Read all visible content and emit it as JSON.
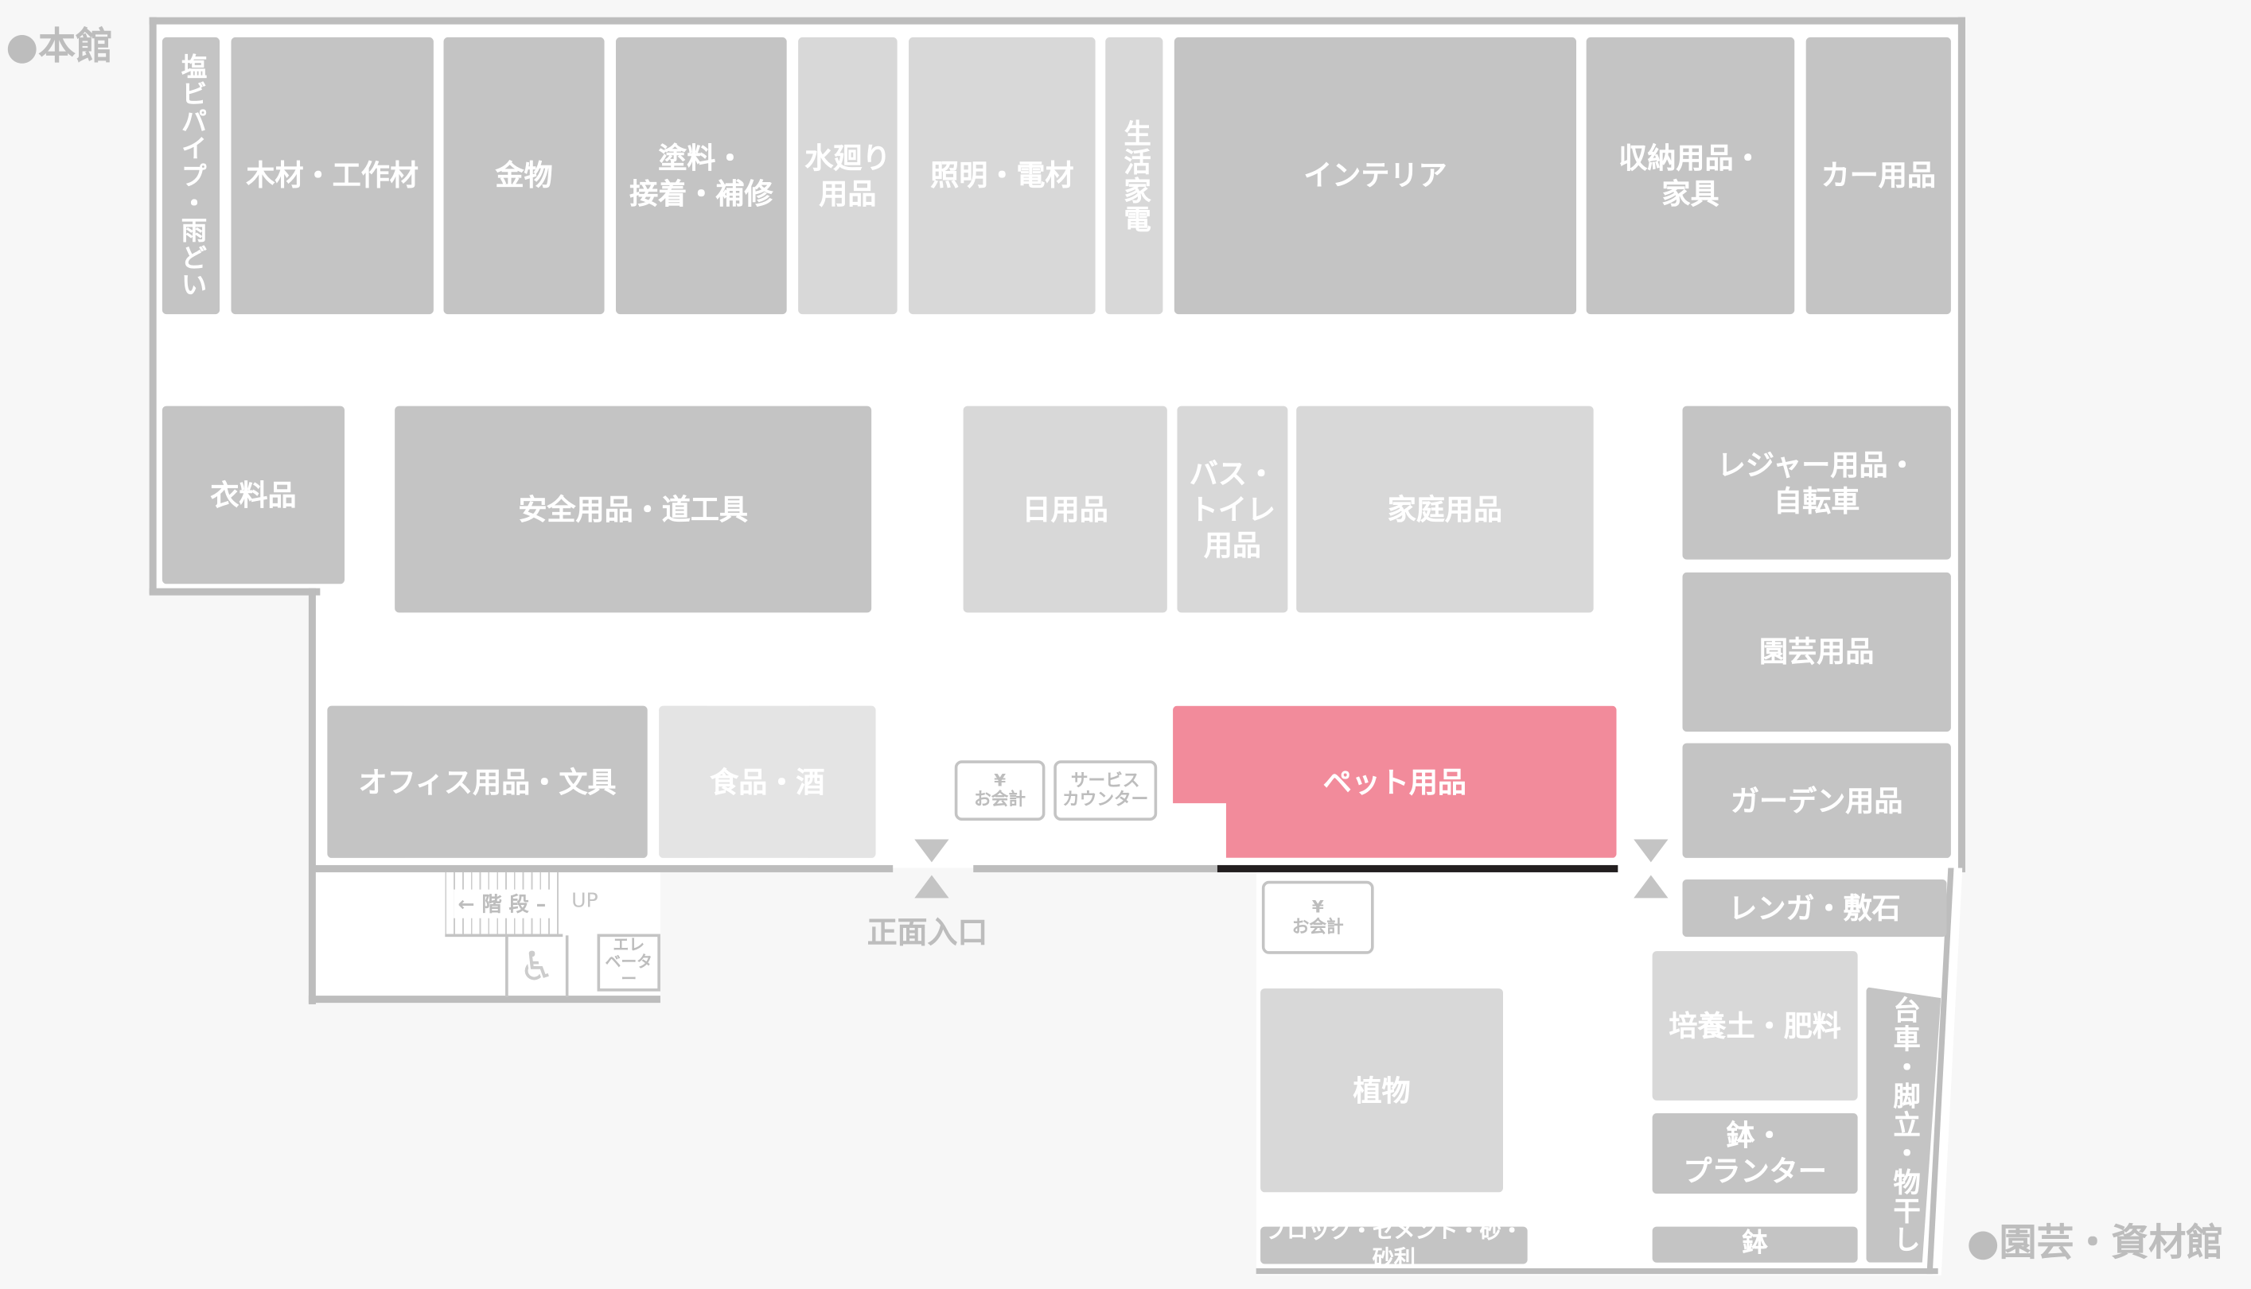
{
  "buildings": {
    "main": "●本館",
    "garden": "●園芸・資材館"
  },
  "entrance": "正面入口",
  "sections": {
    "pvc": "塩ビパイプ・雨どい",
    "lumber": "木材・工作材",
    "hardware": "金物",
    "paint": [
      "塗料・",
      "接着・補修"
    ],
    "water": [
      "水廻り",
      "用品"
    ],
    "lighting": "照明・電材",
    "appliances": "生活家電",
    "interior": "インテリア",
    "storage": [
      "収納用品・",
      "家具"
    ],
    "car": "カー用品",
    "clothing": "衣料品",
    "safety": "安全用品・道工具",
    "daily": "日用品",
    "bath": [
      "バス・",
      "トイレ",
      "用品"
    ],
    "household": "家庭用品",
    "leisure": [
      "レジャー用品・",
      "自転車"
    ],
    "gardening": "園芸用品",
    "garden": "ガーデン用品",
    "office": "オフィス用品・文具",
    "food": "食品・酒",
    "pet": "ペット用品",
    "brick": "レンガ・敷石",
    "plants": "植物",
    "soil": "培養土・肥料",
    "pots": [
      "鉢・",
      "プランター"
    ],
    "pot": "鉢",
    "block": "ブロック・セメント・砂・砂利",
    "cart": "台車・脚立・物干し"
  },
  "facilities": {
    "yen": "¥",
    "checkout": "お会計",
    "service": [
      "サービス",
      "カウンター"
    ],
    "stairs": "階 段",
    "up": "UP",
    "elevator": [
      "エレ",
      "ベーター"
    ]
  },
  "colors": {
    "highlight": "#f28b9b",
    "dark": "#c4c4c4",
    "light": "#d8d8d8",
    "wall": "#bdbdbd",
    "exit_line": "#231f20"
  }
}
